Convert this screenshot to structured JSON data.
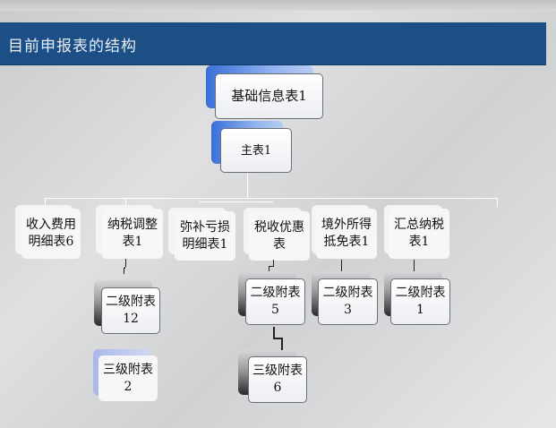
{
  "title": "目前申报表的结构",
  "root": {
    "label": "基础信息表1"
  },
  "main": {
    "label": "主表1"
  },
  "level1": [
    {
      "label": "收入费用\n明细表6"
    },
    {
      "label": "纳税调整\n表1"
    },
    {
      "label": "弥补亏损\n明细表1"
    },
    {
      "label": "税收优惠\n表"
    },
    {
      "label": "境外所得\n抵免表1"
    },
    {
      "label": "汇总纳税\n表1"
    }
  ],
  "level2": [
    {
      "label": "二级附表\n12"
    },
    {
      "label": "二级附表\n5"
    },
    {
      "label": "二级附表\n3"
    },
    {
      "label": "二级附表\n1"
    }
  ],
  "level3": [
    {
      "label": "三级附表\n2"
    },
    {
      "label": "三级附表\n6"
    }
  ]
}
